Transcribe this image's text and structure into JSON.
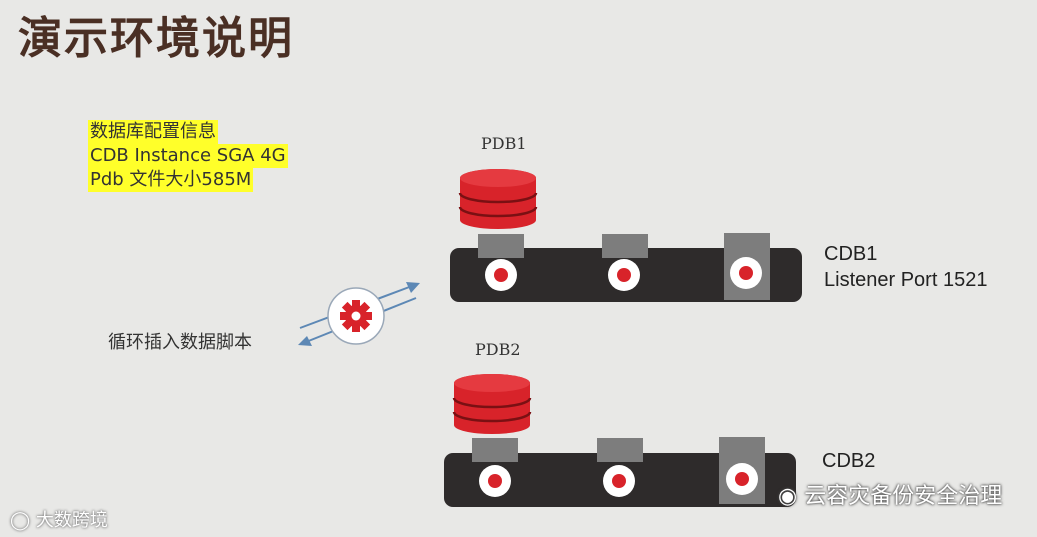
{
  "title": "演示环境说明",
  "info": {
    "line1": "数据库配置信息",
    "line2": "CDB Instance SGA 4G",
    "line3": "Pdb 文件大小585M"
  },
  "cdb1": {
    "pdb_label": "PDB1",
    "name": "CDB1",
    "listener": "Listener Port 1521"
  },
  "cdb2": {
    "pdb_label": "PDB2",
    "name": "CDB2"
  },
  "loop_label": "循环插入数据脚本",
  "watermark": {
    "left": "大数跨境",
    "right": "云容灾备份安全治理"
  },
  "colors": {
    "db_red": "#d8232a",
    "rack": "#2e2b2b",
    "slot": "#7d7d7d",
    "background": "#e8e8e6"
  },
  "icons": {
    "database": "database-stack-icon",
    "gear": "gear-icon",
    "sync": "bidirectional-arrows-icon"
  }
}
